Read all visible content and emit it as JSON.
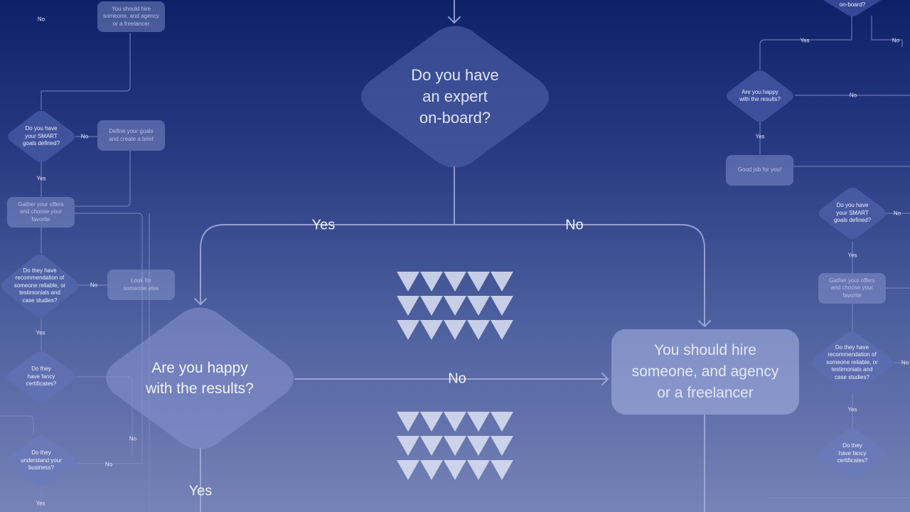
{
  "colors": {
    "main_node_fill": "#5d6db0",
    "small_node_fill": "#6373b8",
    "box_fill": "#a7b2e2",
    "line": "#a3aedd",
    "triangle": "#dde3f5"
  },
  "main": {
    "expert_question": "Do you have\nan expert\non-board?",
    "happy_question": "Are you happy\nwith the results?",
    "hire_box": "You should hire\nsomeone, and agency\nor a freelancer",
    "yes_top": "Yes",
    "no_top": "No",
    "no_middle": "No",
    "yes_bottom": "Yes"
  },
  "left": {
    "hire_box": "You should hire\nsomeone, and agency\nor a freelancer",
    "no_1": "No",
    "smart_question": "Do you have\nyour SMART\ngoals defined?",
    "no_2": "No",
    "define_box": "Define your goals\nand create a brief",
    "yes_1": "Yes",
    "gather_box": "Gather your offers\nand choose your\nfavorite",
    "recommend_question": "Do they have\nrecommendation of\nsomeone reliable, or\ntestimonials and\ncase studies?",
    "no_3": "No",
    "look_box": "Look for\nsomeone else",
    "yes_2": "Yes",
    "cert_question": "Do they\nhave fancy\ncertificates?",
    "no_4": "No",
    "understand_question": "Do they\nunderstand your\nbusiness?",
    "no_5": "No",
    "yes_3": "Yes"
  },
  "right": {
    "onboard_partial": "on-board?",
    "yes_1": "Yes",
    "no_1": "No",
    "happy_question": "Are you happy\nwith the results?",
    "no_2": "No",
    "yes_2": "Yes",
    "good_job_box": "Good job for you!",
    "smart_question": "Do you have\nyour SMART\ngoals defined?",
    "no_3": "No",
    "yes_3": "Yes",
    "gather_box": "Gather your offers\nand choose your\nfavorite",
    "recommend_question": "Do they have\nrecommendation of\nsomeone reliable, or\ntestimonials and\ncase studies?",
    "no_4": "No",
    "yes_4": "Yes",
    "cert_question": "Do they\nhave fancy\ncertificates?"
  }
}
